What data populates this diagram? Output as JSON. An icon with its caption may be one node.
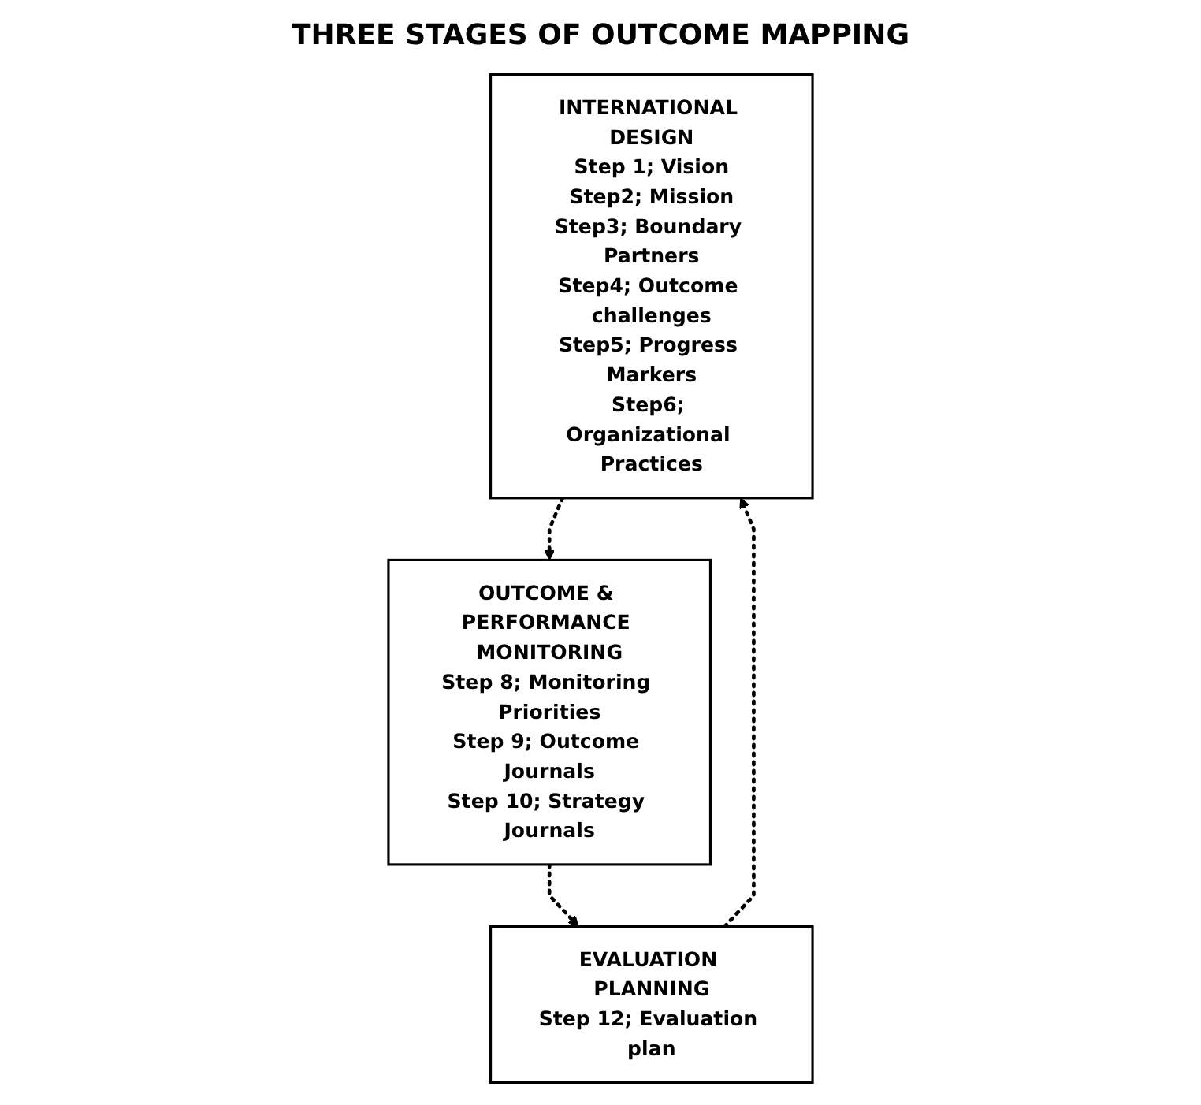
{
  "diagram": {
    "title": "THREE STAGES OF OUTCOME MAPPING",
    "nodes": [
      {
        "text": [
          "INTERNATIONAL DESIGN",
          "Step 1; Vision",
          "Step2; Mission",
          "Step3; Boundary Partners",
          "Step4; Outcome challenges",
          "Step5; Progress Markers",
          "Step6; Organizational Practices"
        ]
      },
      {
        "text": [
          "OUTCOME & PERFORMANCE MONITORING",
          "Step 8; Monitoring Priorities",
          "Step 9; Outcome Journals",
          "Step 10; Strategy Journals"
        ]
      },
      {
        "text": [
          "EVALUATION PLANNING",
          "Step 12; Evaluation plan"
        ]
      }
    ],
    "edges": [
      {
        "from": 0,
        "to": 1,
        "arrow": "to",
        "style": "dashed"
      },
      {
        "from": 1,
        "to": 2,
        "arrow": "to",
        "style": "dashed"
      },
      {
        "from": 2,
        "to": 0,
        "arrow": "to",
        "style": "dashed"
      }
    ]
  }
}
